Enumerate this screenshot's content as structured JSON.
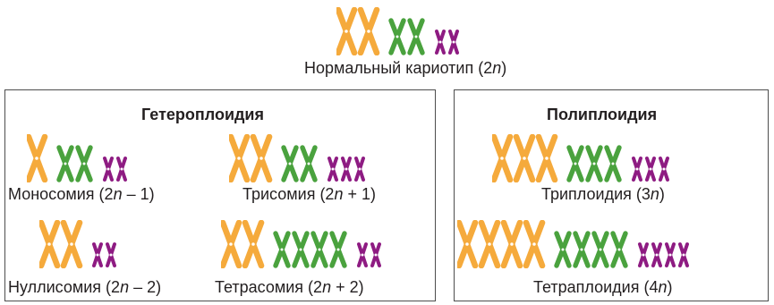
{
  "colors": {
    "orange": "#F5AA3C",
    "green": "#4AA23E",
    "purple": "#8E1B82",
    "border": "#4d4d4d"
  },
  "normal": {
    "label_pre": "Нормальный кариотип (2",
    "label_n": "n",
    "label_post": ")",
    "chromosomes": {
      "orange": 2,
      "green": 2,
      "purple": 2
    }
  },
  "heteroploidy": {
    "title": "Гетероплоидия",
    "monosomy": {
      "label_pre": "Моносомия (2",
      "label_n": "n",
      "label_post": " – 1)",
      "chromosomes": {
        "orange": 1,
        "green": 2,
        "purple": 2
      }
    },
    "trisomy": {
      "label_pre": "Трисомия (2",
      "label_n": "n",
      "label_post": " + 1)",
      "chromosomes": {
        "orange": 2,
        "green": 2,
        "purple": 3
      }
    },
    "nullisomy": {
      "label_pre": "Нуллисомия (2",
      "label_n": "n",
      "label_post": " – 2)",
      "chromosomes": {
        "orange": 2,
        "green": 0,
        "purple": 2
      }
    },
    "tetrasomy": {
      "label_pre": "Тетрасомия (2",
      "label_n": "n",
      "label_post": " + 2)",
      "chromosomes": {
        "orange": 2,
        "green": 4,
        "purple": 2
      }
    }
  },
  "polyploidy": {
    "title": "Полиплоидия",
    "triploidy": {
      "label_pre": "Триплоидия (3",
      "label_n": "n",
      "label_post": ")",
      "chromosomes": {
        "orange": 3,
        "green": 3,
        "purple": 3
      }
    },
    "tetraploidy": {
      "label_pre": "Тетраплоидия (4",
      "label_n": "n",
      "label_post": ")",
      "chromosomes": {
        "orange": 4,
        "green": 4,
        "purple": 4
      }
    }
  }
}
